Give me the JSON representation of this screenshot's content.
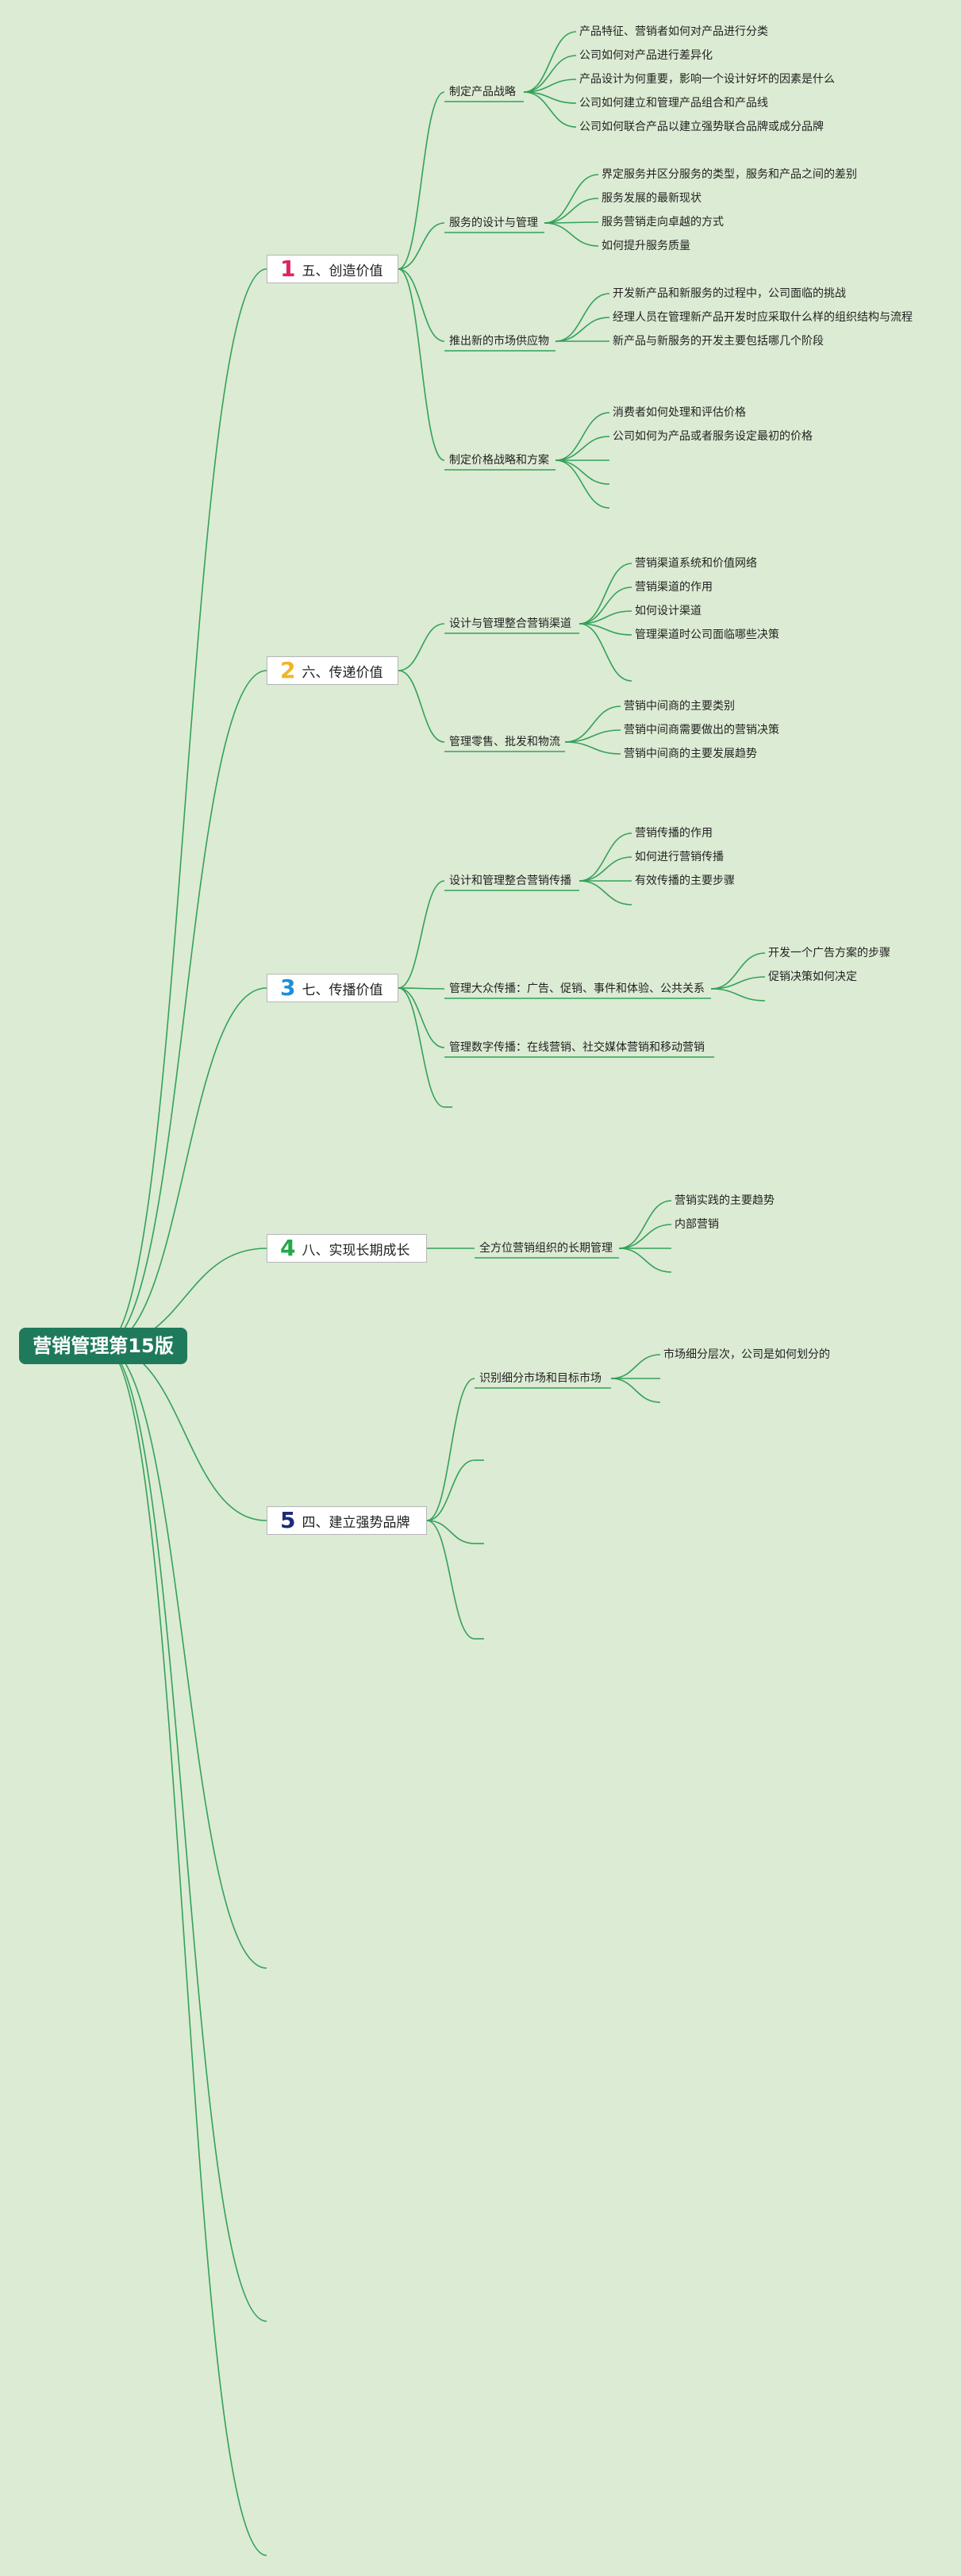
{
  "root": {
    "label": "营销管理第15版"
  },
  "branches": [
    {
      "number": "1",
      "number_color": "#e0245e",
      "label": "五、创造价值",
      "topics": [
        {
          "label": "制定产品战略",
          "items": [
            "产品特征、营销者如何对产品进行分类",
            "公司如何对产品进行差异化",
            "产品设计为何重要，影响一个设计好坏的因素是什么",
            "公司如何建立和管理产品组合和产品线",
            "公司如何联合产品以建立强势联合品牌或成分品牌"
          ]
        },
        {
          "label": "服务的设计与管理",
          "items": [
            "界定服务并区分服务的类型，服务和产品之间的差别",
            "服务发展的最新现状",
            "服务营销走向卓越的方式",
            "如何提升服务质量"
          ]
        },
        {
          "label": "推出新的市场供应物",
          "items": [
            "开发新产品和新服务的过程中，公司面临的挑战",
            "经理人员在管理新产品开发时应采取什么样的组织结构与流程",
            "新产品与新服务的开发主要包括哪几个阶段"
          ]
        },
        {
          "label": "制定价格战略和方案",
          "items": [
            "消费者如何处理和评估价格",
            "公司如何为产品或者服务设定最初的价格"
          ]
        }
      ]
    },
    {
      "number": "2",
      "number_color": "#f0b429",
      "label": "六、传递价值",
      "topics": [
        {
          "label": "设计与管理整合营销渠道",
          "items": [
            "营销渠道系统和价值网络",
            "营销渠道的作用",
            "如何设计渠道",
            "管理渠道时公司面临哪些决策"
          ]
        },
        {
          "label": "管理零售、批发和物流",
          "items": [
            "营销中间商的主要类别",
            "营销中间商需要做出的营销决策",
            "营销中间商的主要发展趋势"
          ]
        }
      ]
    },
    {
      "number": "3",
      "number_color": "#1f8fd6",
      "label": "七、传播价值",
      "topics": [
        {
          "label": "设计和管理整合营销传播",
          "items": [
            "营销传播的作用",
            "如何进行营销传播",
            "有效传播的主要步骤"
          ]
        },
        {
          "label": "管理大众传播：广告、促销、事件和体验、公共关系",
          "items": [
            "开发一个广告方案的步骤",
            "促销决策如何决定"
          ]
        },
        {
          "label": "管理数字传播：在线营销、社交媒体营销和移动营销",
          "items": []
        }
      ]
    },
    {
      "number": "4",
      "number_color": "#23a84a",
      "label": "八、实现长期成长",
      "topics": [
        {
          "label": "全方位营销组织的长期管理",
          "items": [
            "营销实践的主要趋势",
            "内部营销"
          ]
        }
      ]
    },
    {
      "number": "5",
      "number_color": "#1c2b7a",
      "label": "四、建立强势品牌",
      "topics": [
        {
          "label": "识别细分市场和目标市场",
          "items": [
            "市场细分层次，公司是如何划分的"
          ]
        }
      ]
    }
  ]
}
